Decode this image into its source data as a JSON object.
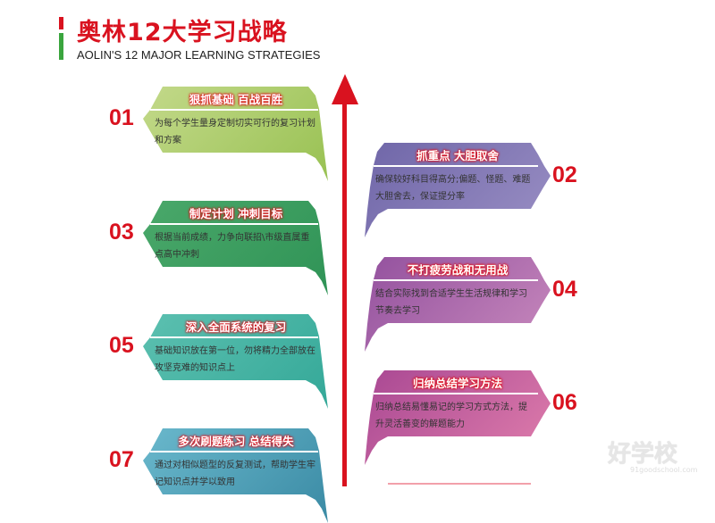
{
  "header": {
    "title": "奥林12大学习战略",
    "subtitle": "AOLIN'S 12 MAJOR LEARNING STRATEGIES"
  },
  "cards": [
    {
      "num": "01",
      "title": "狠抓基础  百战百胜",
      "text": "为每个学生量身定制切实可行的复习计划和方案",
      "color_a": "#c3d98a",
      "color_b": "#98c152"
    },
    {
      "num": "02",
      "title": "抓重点  大胆取舍",
      "text": "确保较好科目得高分;偏题、怪题、难题大胆舍去，保证提分率",
      "color_a": "#6f66a8",
      "color_b": "#9a8fc4"
    },
    {
      "num": "03",
      "title": "制定计划  冲刺目标",
      "text": "根据当前成绩，力争向联招\\市级直属重点高中冲刺",
      "color_a": "#4aa86a",
      "color_b": "#2f9356"
    },
    {
      "num": "04",
      "title": "不打疲劳战和无用战",
      "text": "结合实际找到合适学生生活规律和学习节奏去学习",
      "color_a": "#93519e",
      "color_b": "#c889bd"
    },
    {
      "num": "05",
      "title": "深入全面系统的复习",
      "text": "基础知识放在第一位，勿将精力全部放在攻坚克难的知识点上",
      "color_a": "#5cc0b0",
      "color_b": "#34a898"
    },
    {
      "num": "06",
      "title": "归纳总结学习方法",
      "text": "归纳总结易懂易记的学习方式方法，提升灵活善变的解题能力",
      "color_a": "#a94893",
      "color_b": "#e07eac"
    },
    {
      "num": "07",
      "title": "多次刷题练习  总结得失",
      "text": "通过对相似题型的反复测试，帮助学生牢记知识点并学以致用",
      "color_a": "#6ab8cc",
      "color_b": "#3a8aa4"
    }
  ],
  "watermark": {
    "text": "好学校",
    "url": "91goodschool.com"
  }
}
